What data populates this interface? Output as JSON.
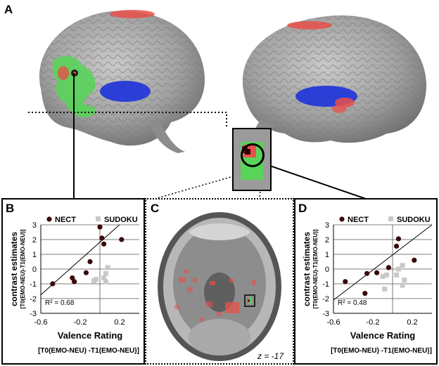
{
  "figure": {
    "panels": {
      "A": "A",
      "B": "B",
      "C": "C",
      "D": "D"
    },
    "slice_label": "z = -17",
    "colors": {
      "emo_red": "#e8504a",
      "sudoku_blue": "#2b3fd6",
      "nect_green": "#59d359",
      "brain_gray": "#9b9b9b",
      "nect_marker": "#3a0a0a",
      "sudoku_marker": "#c8c8c8"
    }
  },
  "chart_data": [
    {
      "panel": "B",
      "type": "scatter",
      "ylabel": "contrast estimates",
      "ylabel_sub": "[T0(EMO-NEU)-T1(EMO-NEU)]",
      "xlabel": "Valence Rating",
      "xlabel_sub": "[T0(EMO-NEU) -T1(EMO-NEU)]",
      "xlim": [
        -0.6,
        0.4
      ],
      "ylim": [
        -3,
        3
      ],
      "xticks": [
        "-0.6",
        "-0.2",
        "0.2"
      ],
      "xtick_values": [
        -0.6,
        -0.2,
        0.2
      ],
      "yticks": [
        "3",
        "2",
        "1",
        "0",
        "-1",
        "-2",
        "-3"
      ],
      "ytick_values": [
        3,
        2,
        1,
        0,
        -1,
        -2,
        -3
      ],
      "grid": true,
      "r2": "R² = 0.68",
      "legend": {
        "placement": "top",
        "nect": "NECT",
        "sudoku": "SUDOKU"
      },
      "series": [
        {
          "name": "NECT",
          "points": [
            [
              -0.48,
              -1.0
            ],
            [
              -0.28,
              -0.6
            ],
            [
              -0.26,
              -0.85
            ],
            [
              -0.14,
              -0.25
            ],
            [
              -0.1,
              0.5
            ],
            [
              0.0,
              2.85
            ],
            [
              0.02,
              2.1
            ],
            [
              0.04,
              1.7
            ],
            [
              0.22,
              2.0
            ]
          ]
        },
        {
          "name": "SUDOKU",
          "points": [
            [
              -0.06,
              -0.8
            ],
            [
              -0.04,
              -0.7
            ],
            [
              0.04,
              -0.6
            ],
            [
              0.06,
              -0.85
            ],
            [
              0.06,
              -0.3
            ],
            [
              0.08,
              0.1
            ]
          ]
        }
      ],
      "fit_line": [
        [
          -0.6,
          -1.75
        ],
        [
          0.4,
          4.2
        ]
      ]
    },
    {
      "panel": "D",
      "type": "scatter",
      "ylabel": "contrast estimates",
      "ylabel_sub": "[T0(EMO-NEU)-T1(EMO-NEU)]",
      "xlabel": "Valence Rating",
      "xlabel_sub": "[T0(EMO-NEU) -T1(EMO-NEU)]",
      "xlim": [
        -0.6,
        0.4
      ],
      "ylim": [
        -3,
        3
      ],
      "xticks": [
        "-0.6",
        "-0.2",
        "0.2"
      ],
      "xtick_values": [
        -0.6,
        -0.2,
        0.2
      ],
      "yticks": [
        "3",
        "2",
        "1",
        "0",
        "-1",
        "-2",
        "-3"
      ],
      "ytick_values": [
        3,
        2,
        1,
        0,
        -1,
        -2,
        -3
      ],
      "grid": true,
      "r2": "R² = 0.48",
      "legend": {
        "placement": "top",
        "nect": "NECT",
        "sudoku": "SUDOKU"
      },
      "series": [
        {
          "name": "NECT",
          "points": [
            [
              -0.48,
              -0.85
            ],
            [
              -0.28,
              -1.65
            ],
            [
              -0.26,
              -0.3
            ],
            [
              -0.16,
              -0.25
            ],
            [
              -0.04,
              0.1
            ],
            [
              0.04,
              1.55
            ],
            [
              0.06,
              2.05
            ],
            [
              0.22,
              0.6
            ]
          ]
        },
        {
          "name": "SUDOKU",
          "points": [
            [
              -0.1,
              -0.5
            ],
            [
              -0.06,
              -0.4
            ],
            [
              -0.08,
              -1.35
            ],
            [
              0.04,
              -0.4
            ],
            [
              0.06,
              0.0
            ],
            [
              0.1,
              0.25
            ],
            [
              0.1,
              -1.1
            ],
            [
              0.12,
              -0.75
            ]
          ]
        }
      ],
      "fit_line": [
        [
          -0.6,
          -2.1
        ],
        [
          0.4,
          3.0
        ]
      ]
    }
  ]
}
